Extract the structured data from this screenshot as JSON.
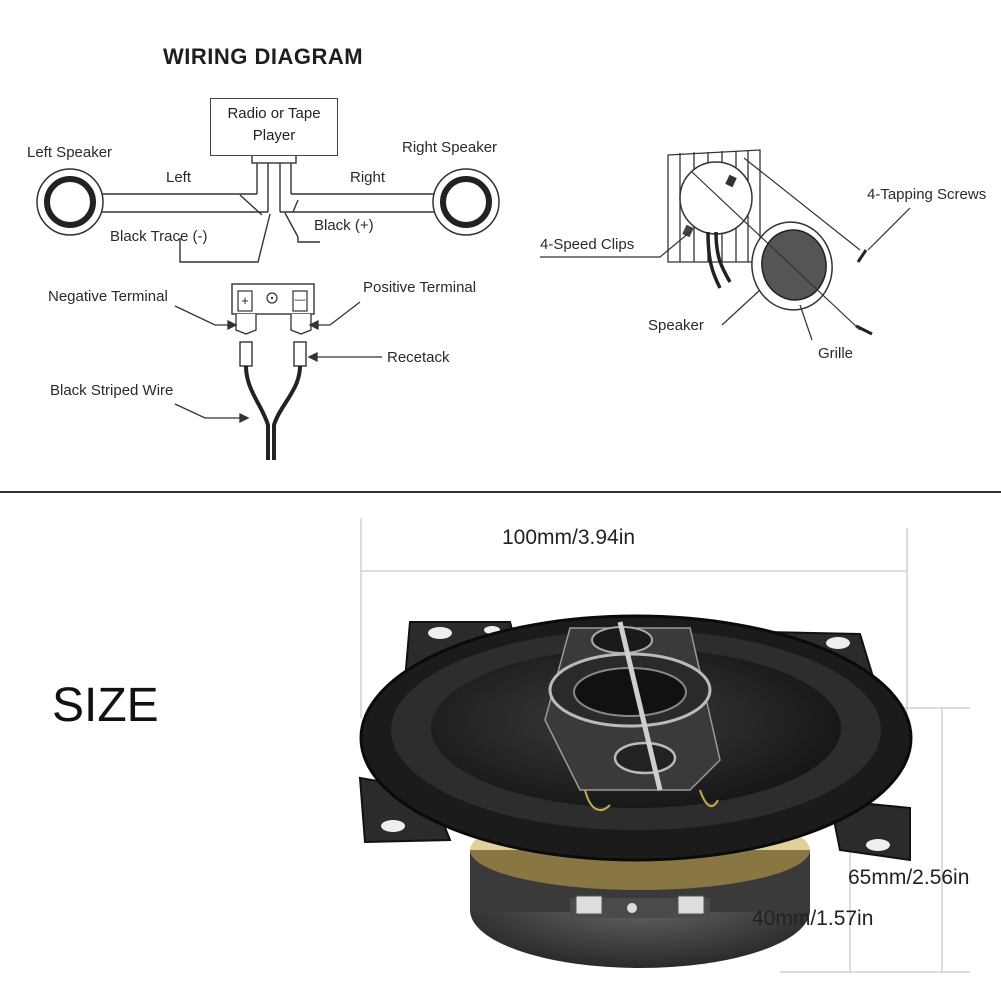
{
  "wiring": {
    "title": "WIRING DIAGRAM",
    "radio_player": "Radio or Tape Player",
    "left_speaker": "Left Speaker",
    "right_speaker": "Right Speaker",
    "left": "Left",
    "right": "Right",
    "black_trace": "Black  Trace (-)",
    "black_plus": "Black  (+)",
    "negative_terminal": "Negative  Terminal",
    "positive_terminal": "Positive  Terminal",
    "recetack": "Recetack",
    "black_striped_wire": "Black  Striped  Wire",
    "terminal_plus": "+",
    "terminal_minus": "—"
  },
  "install": {
    "tapping_screws": "4-Tapping Screws",
    "speed_clips": "4-Speed  Clips",
    "speaker": "Speaker",
    "grille": "Grille"
  },
  "size": {
    "heading": "SIZE",
    "width": "100mm/3.94in",
    "height": "65mm/2.56in",
    "depth": "40mm/1.57in"
  }
}
